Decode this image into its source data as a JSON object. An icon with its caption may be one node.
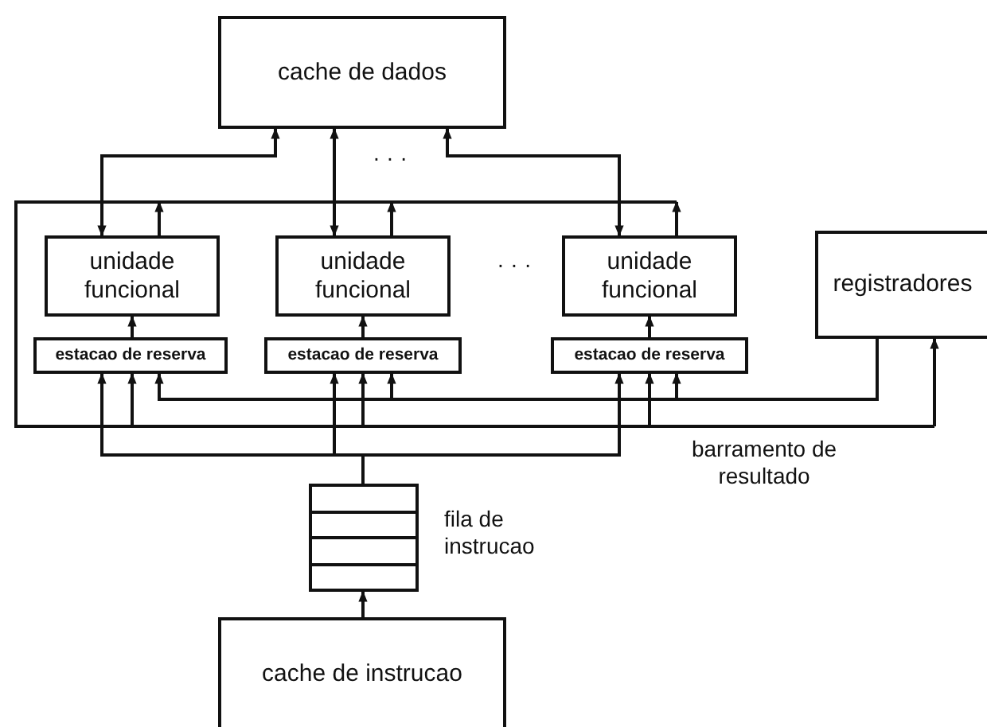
{
  "diagram": {
    "nodes": [
      {
        "text": [
          "cache de dados"
        ]
      },
      {
        "text": [
          "unidade funcional"
        ]
      },
      {
        "text": [
          "unidade funcional"
        ]
      },
      {
        "text": [
          "unidade funcional"
        ]
      },
      {
        "text": [
          "registradores"
        ]
      },
      {
        "text": [
          "estacao de reserva"
        ]
      },
      {
        "text": [
          "estacao de reserva"
        ]
      },
      {
        "text": [
          "estacao de reserva"
        ]
      },
      {
        "text": [],
        "shape": "box",
        "beside": [
          "fila de instrucao"
        ]
      },
      {
        "text": [
          "cache de instrucao"
        ]
      }
    ],
    "edges": [
      {
        "from": 1,
        "to": 0,
        "arrow": "both"
      },
      {
        "from": 2,
        "to": 0,
        "arrow": "both"
      },
      {
        "from": 3,
        "to": 0,
        "arrow": "both"
      },
      {
        "from": 5,
        "to": 1,
        "arrow": "to"
      },
      {
        "from": 6,
        "to": 2,
        "arrow": "to"
      },
      {
        "from": 7,
        "to": 3,
        "arrow": "to"
      },
      {
        "from": 9,
        "to": 8,
        "arrow": "to"
      },
      {
        "from": 8,
        "to": 5,
        "arrow": "to"
      },
      {
        "from": 8,
        "to": 6,
        "arrow": "to"
      },
      {
        "from": 8,
        "to": 7,
        "arrow": "to"
      },
      {
        "from": 4,
        "to": 5,
        "arrow": "to"
      },
      {
        "from": 4,
        "to": 6,
        "arrow": "to"
      },
      {
        "from": 4,
        "to": 7,
        "arrow": "to"
      },
      {
        "from": 1,
        "to": null,
        "arrow": "to"
      },
      {
        "from": 2,
        "to": null,
        "arrow": "to"
      },
      {
        "from": 3,
        "to": null,
        "arrow": "to"
      },
      {
        "from": null,
        "to": 5,
        "arrow": "to"
      },
      {
        "from": null,
        "to": 6,
        "arrow": "to"
      },
      {
        "from": null,
        "to": 7,
        "arrow": "to"
      },
      {
        "from": null,
        "to": 4,
        "arrow": "to"
      }
    ],
    "labels": [
      "· · ·",
      "· · ·",
      "barramento de resultado"
    ]
  }
}
